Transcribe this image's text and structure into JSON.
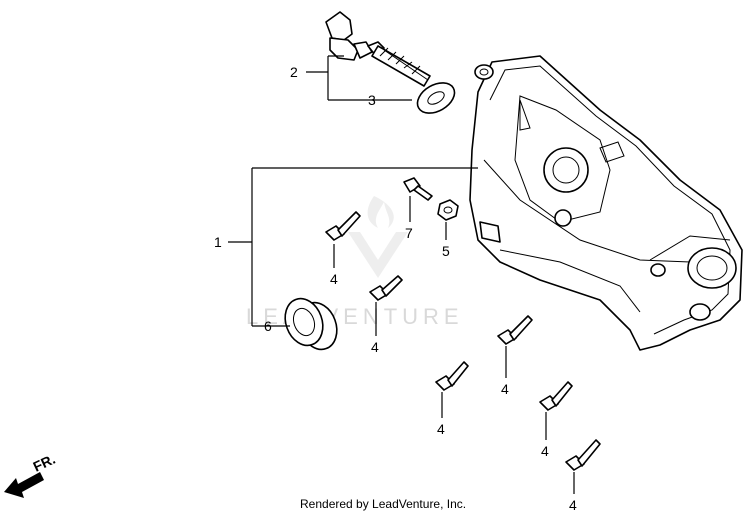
{
  "callouts": {
    "c1": "1",
    "c2": "2",
    "c3": "3",
    "c4": "4",
    "c5": "5",
    "c6": "6",
    "c7": "7"
  },
  "watermark": "LEADVENTURE",
  "front_marker": "FR.",
  "footer": "Rendered by LeadVenture, Inc."
}
